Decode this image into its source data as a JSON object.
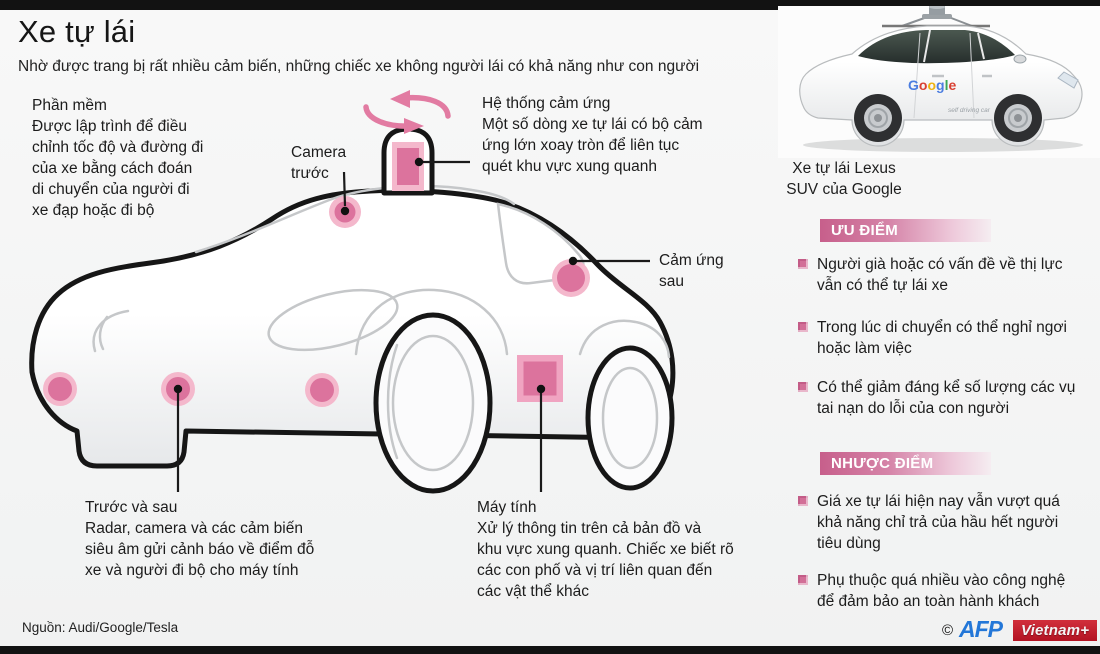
{
  "page": {
    "title": "Xe tự lái",
    "subtitle": "Nhờ được trang bị rất nhiều cảm biến, những chiếc xe không người lái có khả năng như con người",
    "source": "Nguồn: Audi/Google/Tesla",
    "copyright_symbol": "©",
    "afp_logo": "AFP",
    "vietnamplus_logo": "Vietnam+"
  },
  "diagram": {
    "software": "Phần mềm\nĐược lập trình để điều\nchỉnh tốc độ và đường đi\ncủa xe bằng cách đoán\ndi chuyển của người đi\nxe đạp hoặc đi bộ",
    "camera_front": "Camera\ntrước",
    "sensor_system": "Hệ thống cảm ứng\nMột số dòng xe tự lái có bộ cảm\nứng lớn xoay tròn để liên tục\nquét khu vực xung quanh",
    "sensor_rear": "Cảm ứng\nsau",
    "front_rear": "Trước và sau\nRadar, camera và các cảm biến\nsiêu âm gửi cảnh báo về điểm đỗ\nxe và người đi bộ cho máy tính",
    "computer": "Máy tính\nXử lý thông tin trên cả bản đồ và\nkhu vực xung quanh. Chiếc xe biết rõ\ncác con phố và vị trí liên quan đến\ncác vật thể khác"
  },
  "photo": {
    "caption": "Xe tự lái Lexus\nSUV của Google",
    "brand_letters": [
      "G",
      "o",
      "o",
      "g",
      "l",
      "e"
    ],
    "side_text": "self driving car"
  },
  "pros": {
    "header": "ƯU ĐIỂM",
    "items": [
      {
        "text": "Người già hoặc có vấn đề về thị lực vẫn có thể tự lái xe"
      },
      {
        "text": "Trong lúc di chuyển có thể nghỉ ngơi hoặc làm việc"
      },
      {
        "text": "Có thể giảm đáng kể số lượng các vụ tai nạn do lỗi của con người"
      }
    ]
  },
  "cons": {
    "header": "NHƯỢC ĐIỂM",
    "items": [
      {
        "text": "Giá xe tự lái hiện nay vẫn vượt quá khả năng chỉ trả của hầu hết người tiêu dùng"
      },
      {
        "text": "Phụ thuộc quá nhiều vào công nghệ để đảm bảo an toàn hành khách"
      }
    ]
  },
  "colors": {
    "sensor_core_pink": "#dc739d",
    "sensor_halo_pink": "#f4b8cc",
    "computer_square_border": "#f0a4c1",
    "rotation_arrow_pink": "#e27ba2",
    "header_bar_pink": "#c75f8b",
    "afp_blue": "#2377d8",
    "vietnamplus_red": "#c32030",
    "frame_black": "#121212"
  }
}
